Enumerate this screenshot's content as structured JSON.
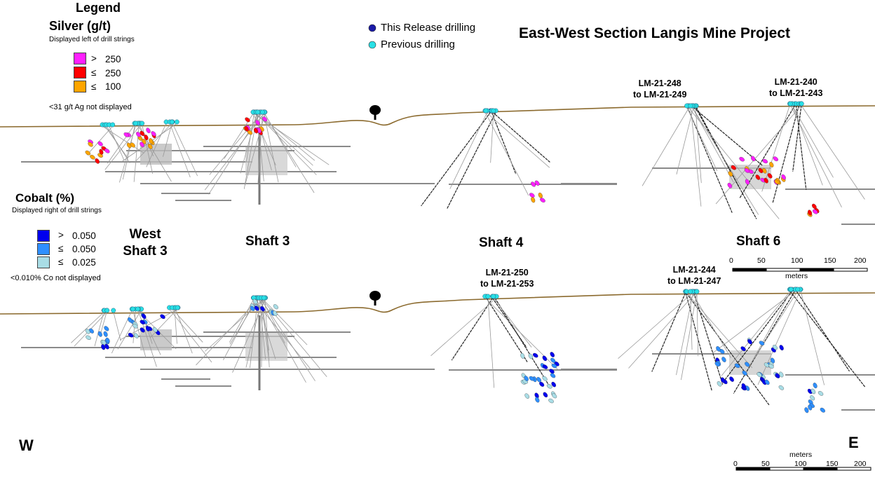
{
  "title": "East-West Section Langis Mine Project",
  "legend": {
    "heading": "Legend",
    "silver": {
      "title": "Silver (g/t)",
      "subtitle": "Displayed left of drill strings",
      "levels": [
        {
          "symbol": ">",
          "value": "250",
          "color": "#ff1fff"
        },
        {
          "symbol": "≤",
          "value": "250",
          "color": "#ff0000"
        },
        {
          "symbol": "≤",
          "value": "100",
          "color": "#ffa500"
        }
      ],
      "note": "<31 g/t Ag not displayed"
    },
    "cobalt": {
      "title": "Cobalt (%)",
      "subtitle": "Displayed right of drill strings",
      "levels": [
        {
          "symbol": ">",
          "value": "0.050",
          "color": "#0000ee"
        },
        {
          "symbol": "≤",
          "value": "0.050",
          "color": "#2e8fff"
        },
        {
          "symbol": "≤",
          "value": "0.025",
          "color": "#a9dde6"
        }
      ],
      "note": "<0.010% Co not displayed"
    },
    "drilling": [
      {
        "label": "This Release drilling",
        "color": "#1a1aa8"
      },
      {
        "label": "Previous drilling",
        "color": "#28e0e6"
      }
    ]
  },
  "shafts": {
    "west": [
      "West",
      "Shaft 3"
    ],
    "shaft3": "Shaft 3",
    "shaft4": "Shaft 4",
    "shaft6": "Shaft 6"
  },
  "hole_labels": {
    "h248": [
      "LM-21-248",
      "to LM-21-249"
    ],
    "h240": [
      "LM-21-240",
      "to LM-21-243"
    ],
    "h250": [
      "LM-21-250",
      "to LM-21-253"
    ],
    "h244": [
      "LM-21-244",
      "to LM-21-247"
    ]
  },
  "directions": {
    "west": "W",
    "east": "E"
  },
  "scale": {
    "ticks": [
      "0",
      "50",
      "100",
      "150",
      "200"
    ],
    "unit": "meters"
  },
  "colors": {
    "topography": "#8b6a2e",
    "tree": "#000000"
  }
}
